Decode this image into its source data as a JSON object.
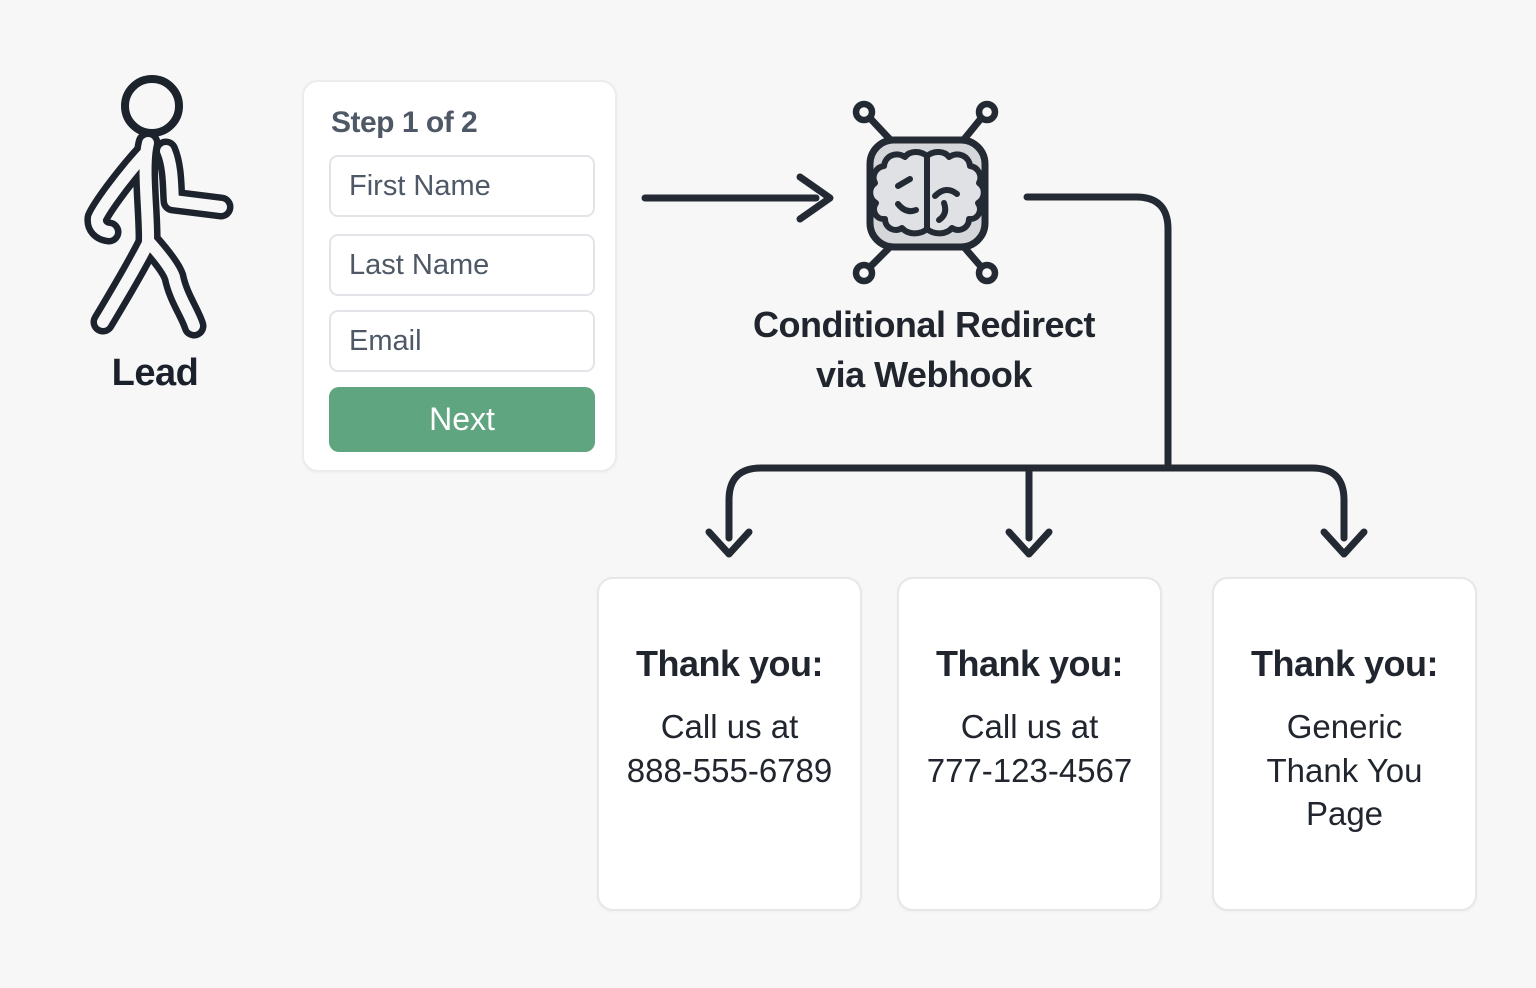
{
  "colors": {
    "background": "#f7f7f8",
    "line": "#242a33",
    "text-dark": "#21262e",
    "text-muted": "#4e5866",
    "accent-green": "#5fa57f",
    "chip-fill": "#d4d6d9",
    "card-border": "#e6e7e9"
  },
  "lead": {
    "label": "Lead",
    "icon": "walking-person-icon"
  },
  "form": {
    "step_label": "Step 1 of 2",
    "fields": [
      {
        "name": "first-name",
        "placeholder": "First Name",
        "value": ""
      },
      {
        "name": "last-name",
        "placeholder": "Last Name",
        "value": ""
      },
      {
        "name": "email",
        "placeholder": "Email",
        "value": ""
      }
    ],
    "submit_label": "Next"
  },
  "webhook": {
    "caption": "Conditional Redirect\nvia Webhook",
    "icon": "brain-chip-icon"
  },
  "outcomes": [
    {
      "title": "Thank you:",
      "body": "Call us at\n888-555-6789"
    },
    {
      "title": "Thank you:",
      "body": "Call us at\n777-123-4567"
    },
    {
      "title": "Thank you:",
      "body": "Generic\nThank You\nPage"
    }
  ]
}
